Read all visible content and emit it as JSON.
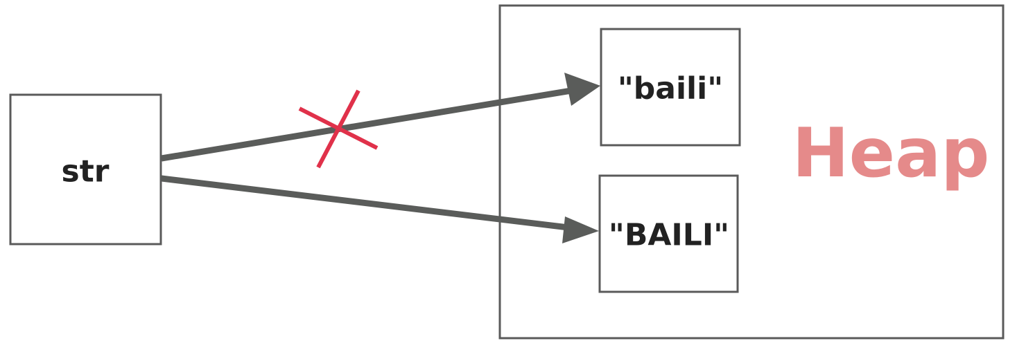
{
  "variable": {
    "name": "str"
  },
  "heap": {
    "label": "Heap",
    "label_color": "#e58a8a",
    "objects": [
      {
        "value": "\"baili\"",
        "reference_status": "removed"
      },
      {
        "value": "\"BAILI\"",
        "reference_status": "active"
      }
    ]
  },
  "colors": {
    "arrow": "#5a5c5a",
    "cross": "#e0314a",
    "border": "#5a5a5a"
  },
  "icons": {
    "reference_removed": "x-cross-icon",
    "reference_pointer": "arrowhead-icon"
  }
}
